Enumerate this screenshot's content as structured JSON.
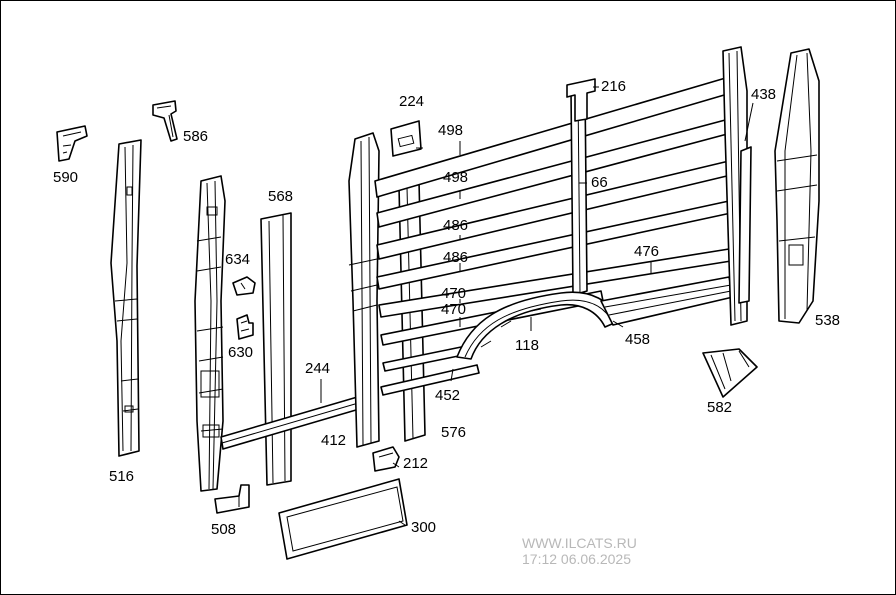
{
  "callouts": [
    "590",
    "586",
    "516",
    "634",
    "630",
    "508",
    "568",
    "244",
    "412",
    "224",
    "498",
    "498",
    "486",
    "486",
    "470",
    "470",
    "452",
    "576",
    "212",
    "300",
    "216",
    "66",
    "476",
    "118",
    "458",
    "438",
    "538",
    "582"
  ],
  "watermark": {
    "site": "WWW.ILCATS.RU",
    "timestamp": "17:12 06.06.2025"
  }
}
